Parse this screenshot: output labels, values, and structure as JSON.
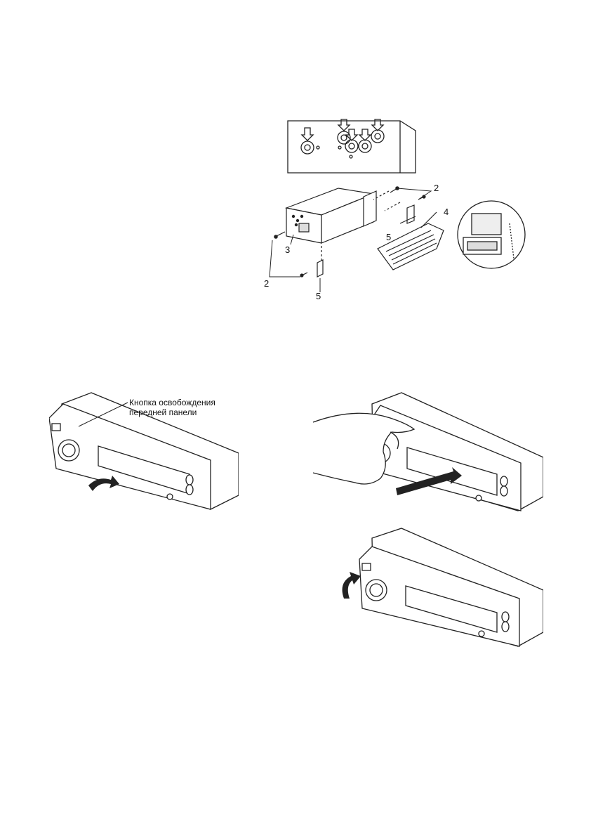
{
  "install_figure": {
    "labels": [
      "2",
      "2",
      "3",
      "4",
      "5",
      "5"
    ]
  },
  "release_figure": {
    "callout_line1": "Кнопка освобождения",
    "callout_line2": "передней панели"
  }
}
